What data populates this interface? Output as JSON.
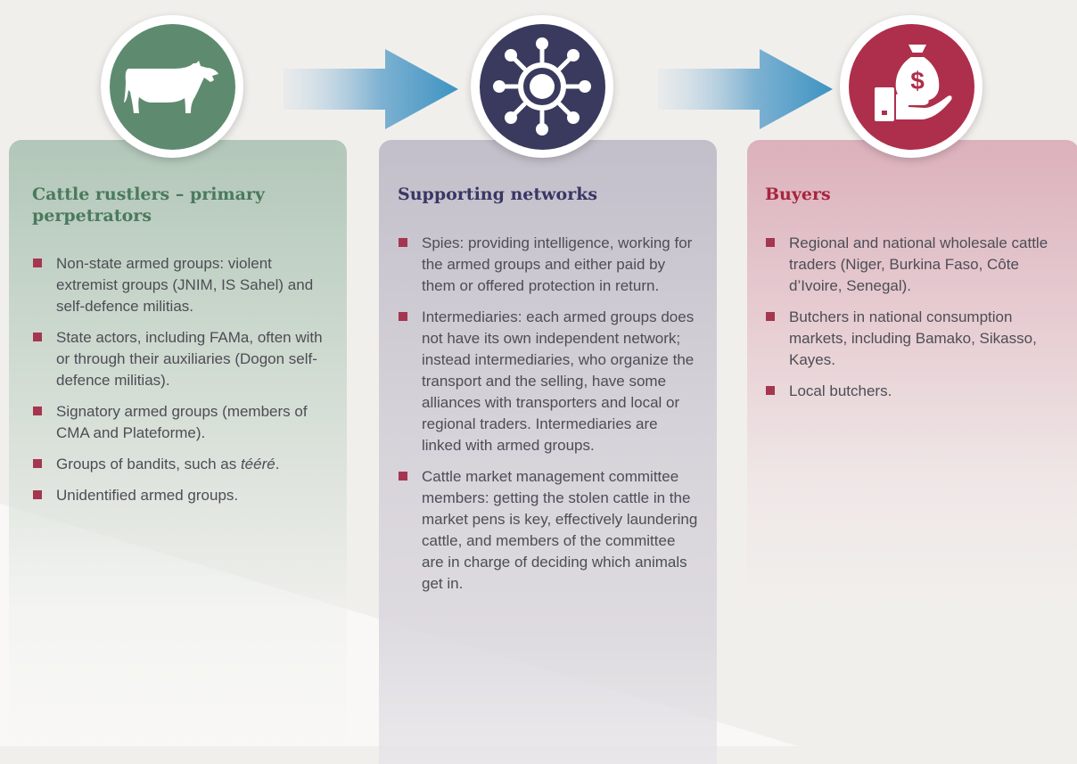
{
  "colors": {
    "green": "#5e8b6f",
    "navy": "#3a3a5e",
    "crimson": "#ae2f4b",
    "arrow_start": "#d6e1ea",
    "arrow_end": "#3d93c2",
    "bullet": "#a53650"
  },
  "icons": [
    "cow-icon",
    "network-hub-icon",
    "money-bag-hand-icon",
    "arrow-right-icon"
  ],
  "columns": [
    {
      "heading": "Cattle rustlers – primary perpetrators",
      "items": [
        {
          "text": "Non-state armed groups: violent extremist groups (JNIM, IS Sahel) and self-defence militias."
        },
        {
          "text": "State actors, including FAMa, often with or through their auxiliaries (Dogon self-defence militias)."
        },
        {
          "text": "Signatory armed groups (members of CMA and Plateforme)."
        },
        {
          "text": "Groups of bandits, such as ",
          "italic": "tééré",
          "after": "."
        },
        {
          "text": "Unidentified armed groups."
        }
      ]
    },
    {
      "heading": "Supporting networks",
      "items": [
        {
          "text": "Spies: providing intelligence, working for the armed groups and either paid by them or offered protection in return."
        },
        {
          "text": "Intermediaries: each armed groups does not have its own independent network; instead intermediaries, who organize the transport and the selling, have some alliances with transporters and local or regional traders. Intermediaries are linked with armed groups."
        },
        {
          "text": "Cattle market management committee members: getting the stolen cattle in the market pens is key, effectively laundering cattle, and members of the committee are in charge of deciding which animals get in."
        }
      ]
    },
    {
      "heading": "Buyers",
      "items": [
        {
          "text": "Regional and national wholesale cattle traders (Niger, Burkina Faso, Côte d’Ivoire, Senegal)."
        },
        {
          "text": "Butchers in national consumption markets, including Bamako, Sikasso, Kayes."
        },
        {
          "text": "Local butchers."
        }
      ]
    }
  ]
}
